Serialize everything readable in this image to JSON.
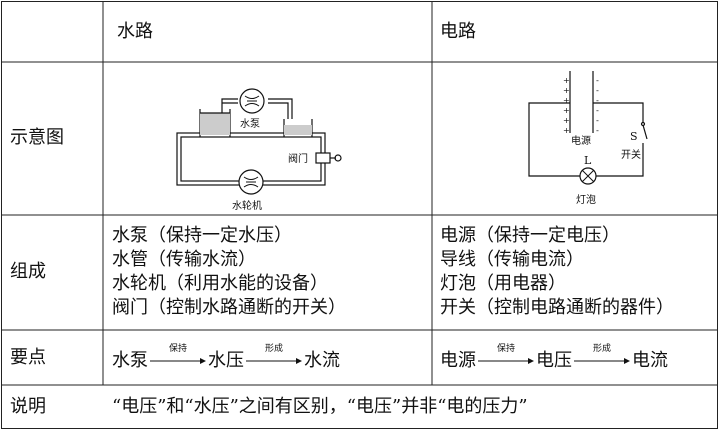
{
  "header": {
    "blank": "",
    "water": "水路",
    "circuit": "电路"
  },
  "rows": {
    "diagram": "示意图",
    "composition": "组成",
    "key_points": "要点",
    "explanation": "说明"
  },
  "water_diagram": {
    "pump": "水泵",
    "valve": "阀门",
    "turbine": "水轮机"
  },
  "circuit_diagram": {
    "source": "电源",
    "switch_s": "S",
    "switch": "开关",
    "lamp_letter": "L",
    "lamp": "灯泡"
  },
  "water_composition": [
    "水泵（保持一定水压）",
    "水管（传输水流）",
    "水轮机（利用水能的设备）",
    "阀门（控制水路通断的开关）"
  ],
  "circuit_composition": [
    "电源（保持一定电压）",
    "导线（传输电流）",
    "灯泡（用电器）",
    "开关（控制电路通断的器件）"
  ],
  "water_key": {
    "a": "水泵",
    "arrow1": "保持",
    "b": "水压",
    "arrow2": "形成",
    "c": "水流"
  },
  "circuit_key": {
    "a": "电源",
    "arrow1": "保持",
    "b": "电压",
    "arrow2": "形成",
    "c": "电流"
  },
  "explanation_text": "“电压”和“水压”之间有区别，“电压”并非“电的压力”"
}
